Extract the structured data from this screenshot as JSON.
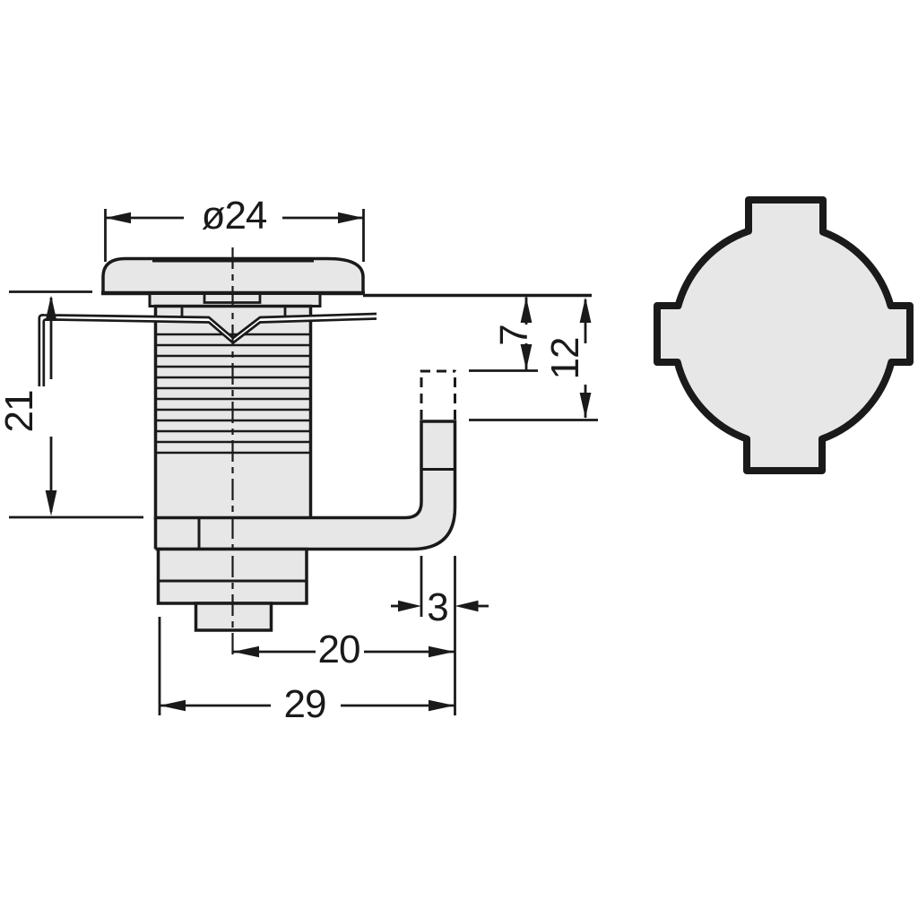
{
  "drawing": {
    "kind": "technical-dimension-drawing",
    "subject": "cam lock, side view with spring washer and cam lever, plus mounting-hole cutout view",
    "colors": {
      "line": "#1a1a1a",
      "part_fill": "#e7e7e7",
      "background": "#ffffff"
    },
    "dimensions": {
      "diameter": "ø24",
      "left_height": "21",
      "right_upper": "7",
      "right_lower": "12",
      "cam_thickness": "3",
      "cam_length": "20",
      "overall_length": "29"
    }
  }
}
